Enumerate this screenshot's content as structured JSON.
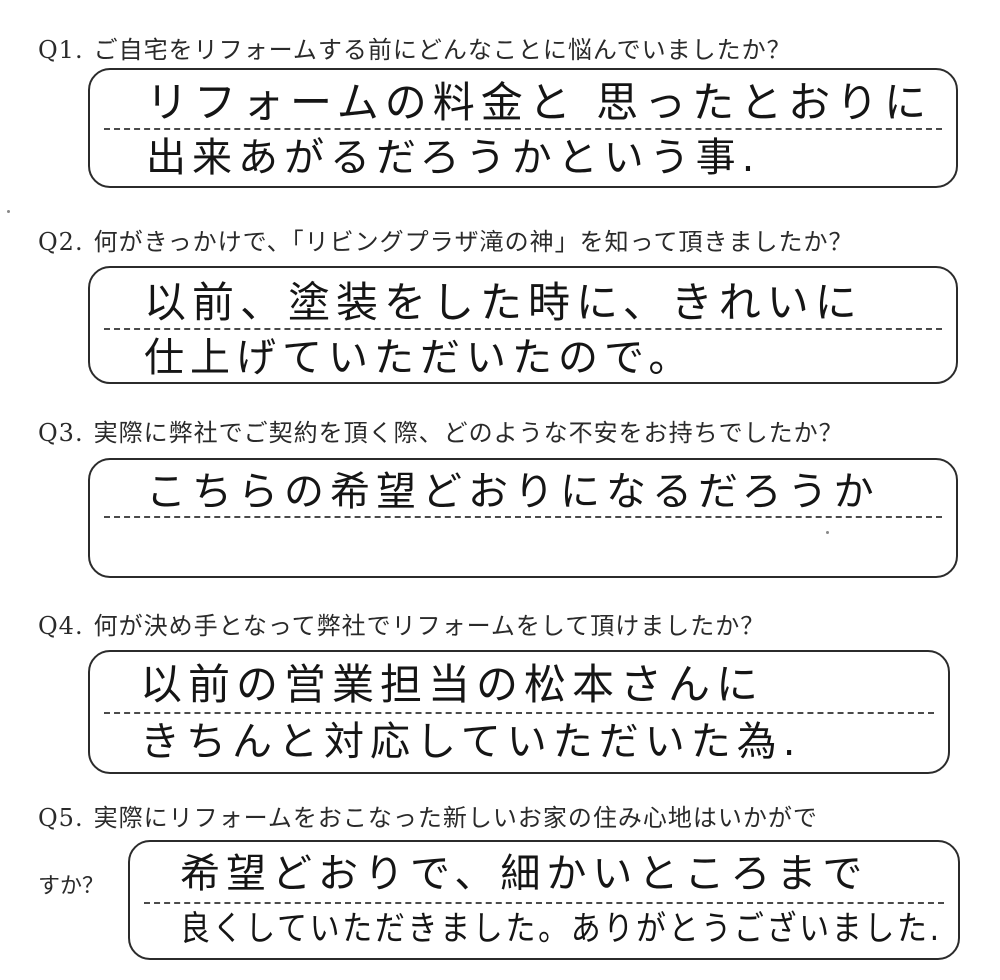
{
  "questions": [
    {
      "number": "Q1.",
      "text": "ご自宅をリフォームする前にどんなことに悩んでいましたか？",
      "answer_lines": [
        "リフォームの料金と 思ったとおりに",
        "出来あがるだろうかという事."
      ]
    },
    {
      "number": "Q2.",
      "text": "何がきっかけで、「リビングプラザ滝の神」を知って頂きましたか？",
      "answer_lines": [
        "以前、塗装をした時に、きれいに",
        "仕上げていただいたので。"
      ]
    },
    {
      "number": "Q3.",
      "text": "実際に弊社でご契約を頂く際、どのような不安をお持ちでしたか？",
      "answer_lines": [
        "こちらの希望どおりになるだろうか",
        ""
      ]
    },
    {
      "number": "Q4.",
      "text": "何が決め手となって弊社でリフォームをして頂けましたか？",
      "answer_lines": [
        "以前の営業担当の松本さんに",
        "きちんと対応していただいた為."
      ]
    },
    {
      "number": "Q5.",
      "text": "実際にリフォームをおこなった新しいお家の住み心地はいかがで",
      "text_cont": "すか？",
      "answer_lines": [
        "希望どおりで、細かいところまで",
        "良くしていただきました。ありがとうございました."
      ]
    }
  ]
}
